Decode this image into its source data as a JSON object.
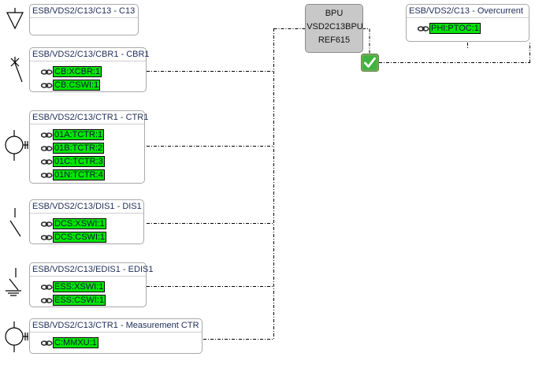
{
  "diagram": {
    "title_bar": null,
    "colors": {
      "highlight_green": "#00e500",
      "ied_gray": "#c8c8c8",
      "wire": "#000000",
      "label_text": "#1f2d5a"
    },
    "nodes": [
      {
        "id": "c13",
        "title": "ESB/VDS2/C13/C13 - C13",
        "symbol": "cable-termination-icon",
        "logical_nodes": []
      },
      {
        "id": "cbr1",
        "title": "ESB/VDS2/C13/CBR1 - CBR1",
        "symbol": "circuit-breaker-icon",
        "logical_nodes": [
          "CB:XCBR:1",
          "CB:CSWI:1"
        ]
      },
      {
        "id": "ctr1",
        "title": "ESB/VDS2/C13/CTR1 - CTR1",
        "symbol": "current-transformer-icon",
        "logical_nodes": [
          "01A:TCTR:1",
          "01B:TCTR:2",
          "01C:TCTR:3",
          "01N:TCTR:4"
        ]
      },
      {
        "id": "dis1",
        "title": "ESB/VDS2/C13/DIS1 - DIS1",
        "symbol": "disconnector-icon",
        "logical_nodes": [
          "DCS:XSWI:1",
          "DCS:CSWI:1"
        ]
      },
      {
        "id": "edis1",
        "title": "ESB/VDS2/C13/EDIS1 - EDIS1",
        "symbol": "earthing-switch-icon",
        "logical_nodes": [
          "ESS:XSWI:1",
          "ESS:CSWI:1"
        ]
      },
      {
        "id": "mctr1",
        "title": "ESB/VDS2/C13/CTR1 - Measurement CTR",
        "symbol": "measurement-ct-icon",
        "logical_nodes": [
          "C:MMXU:1"
        ]
      }
    ],
    "ied": {
      "id": "bpu",
      "line1": "BPU",
      "line2": "VSD2C13BPU",
      "line3": "REF615"
    },
    "status": {
      "icon": "green-check-icon",
      "state": "valid"
    },
    "function_node": {
      "id": "overcurrent",
      "title": "ESB/VDS2/C13 - Overcurrent",
      "logical_nodes": [
        "PHI:PTOC:1"
      ]
    }
  }
}
